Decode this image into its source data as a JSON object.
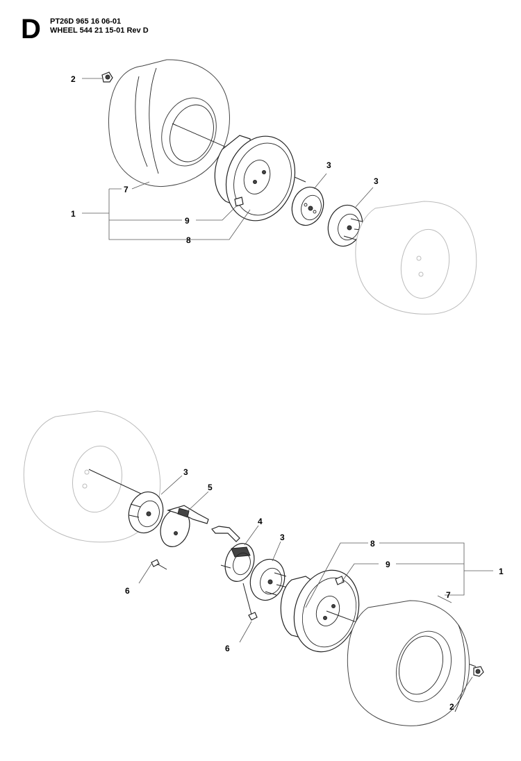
{
  "header": {
    "section_letter": "D",
    "line1": "PT26D 965 16 06-01",
    "line2": "WHEEL 544 21 15-01 Rev D"
  },
  "callouts": {
    "top": [
      "2",
      "7",
      "1",
      "9",
      "8",
      "3",
      "3"
    ],
    "bottom": [
      "3",
      "5",
      "4",
      "3",
      "8",
      "9",
      "1",
      "7",
      "6",
      "6",
      "2"
    ]
  }
}
